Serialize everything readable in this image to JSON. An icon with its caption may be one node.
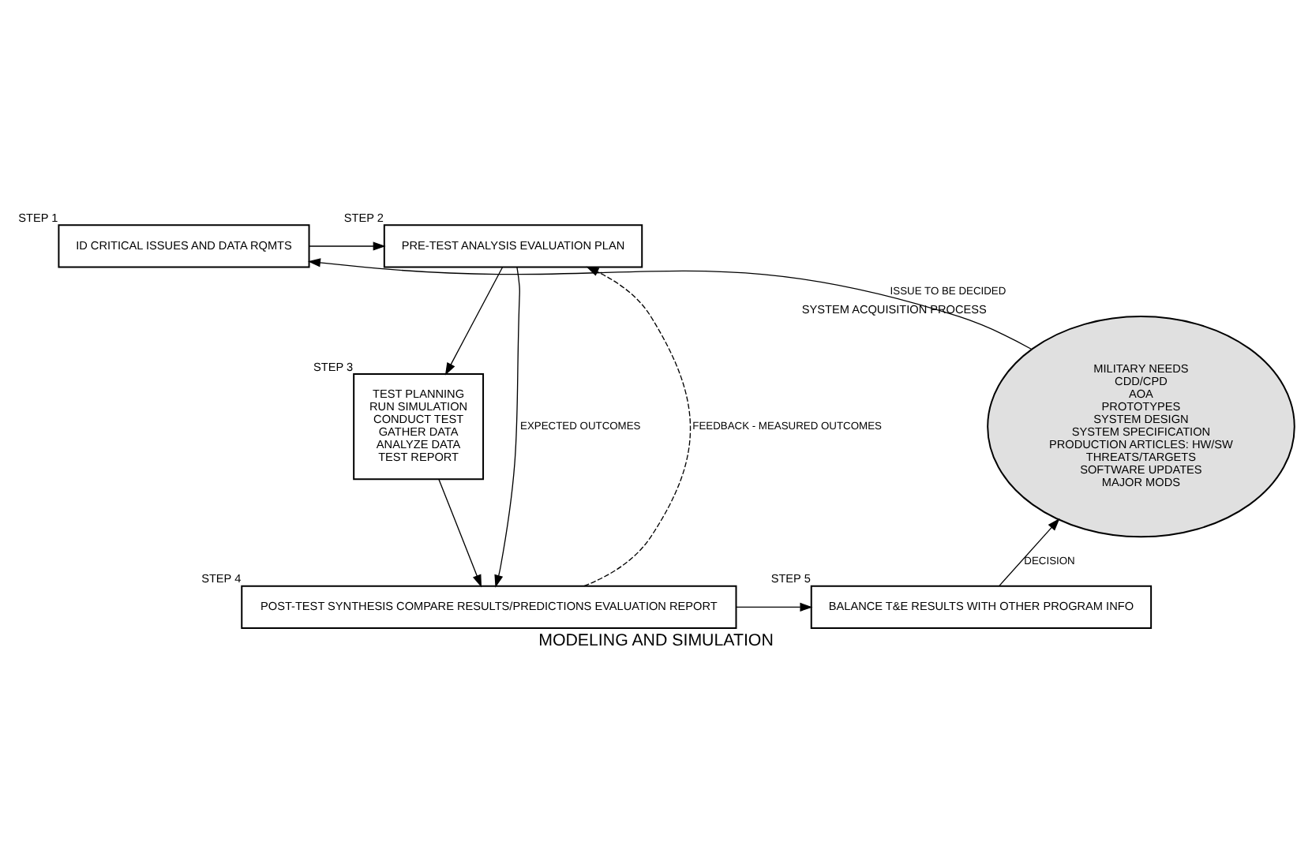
{
  "diagram": {
    "caption": "MODELING AND SIMULATION",
    "nodes": [
      {
        "text": [
          "MILITARY NEEDS",
          "CDD/CPD",
          "AOA",
          "PROTOTYPES",
          "SYSTEM DESIGN",
          "SYSTEM SPECIFICATION",
          "PRODUCTION ARTICLES: HW/SW",
          "THREATS/TARGETS",
          "SOFTWARE UPDATES",
          "MAJOR MODS"
        ],
        "beside": [
          "SYSTEM ACQUISITION PROCESS"
        ]
      },
      {
        "text": [
          "ID CRITICAL ISSUES AND DATA RQMTS"
        ],
        "beside": [
          "STEP 1"
        ]
      },
      {
        "text": [
          "PRE-TEST ANALYSIS EVALUATION PLAN"
        ],
        "beside": [
          "STEP 2"
        ]
      },
      {
        "text": [
          "TEST PLANNING",
          "RUN SIMULATION",
          "CONDUCT TEST",
          "GATHER DATA",
          "ANALYZE DATA",
          "TEST REPORT"
        ],
        "beside": [
          "STEP 3"
        ]
      },
      {
        "text": [
          "POST-TEST SYNTHESIS COMPARE RESULTS/PREDICTIONS EVALUATION REPORT"
        ],
        "beside": [
          "STEP 4"
        ]
      },
      {
        "text": [
          "BALANCE T&E RESULTS WITH OTHER PROGRAM INFO"
        ],
        "beside": [
          "STEP 5"
        ]
      }
    ],
    "edges": [
      {
        "from": 0,
        "to": 1,
        "arrow": "to",
        "label": "ISSUE TO BE DECIDED"
      },
      {
        "from": 1,
        "to": 2,
        "arrow": "to"
      },
      {
        "from": 2,
        "to": 3,
        "arrow": "to"
      },
      {
        "from": 3,
        "to": 4,
        "arrow": "to"
      },
      {
        "from": 2,
        "to": 4,
        "arrow": "to",
        "label": "EXPECTED OUTCOMES"
      },
      {
        "from": 4,
        "to": 2,
        "arrow": "to",
        "style": "dashed",
        "label": "FEEDBACK - MEASURED OUTCOMES"
      },
      {
        "from": 4,
        "to": 5,
        "arrow": "to"
      },
      {
        "from": 5,
        "to": 0,
        "arrow": "to",
        "label": "DECISION"
      }
    ]
  }
}
